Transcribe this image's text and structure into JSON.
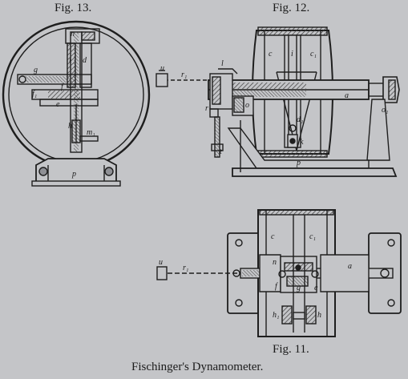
{
  "figures": {
    "fig13": "Fig. 13.",
    "fig12": "Fig. 12.",
    "fig11": "Fig. 11."
  },
  "caption": "Fischinger's Dynamometer.",
  "labels": {
    "fig13": [
      "n",
      "i",
      "d",
      "g",
      "f",
      "f₁",
      "e",
      "h",
      "m₁",
      "p"
    ],
    "fig12": [
      "c",
      "i",
      "c₁",
      "l",
      "u",
      "r₁",
      "r",
      "a",
      "o",
      "o₁",
      "d₁",
      "k",
      "p",
      "t"
    ],
    "fig11": [
      "c",
      "c₁",
      "u",
      "r₁",
      "n",
      "f",
      "g",
      "e",
      "h₁",
      "h",
      "a"
    ]
  },
  "colors": {
    "background": "#c4c5c8",
    "ink": "#1e1e1e",
    "hatch": "#3a3a3a"
  }
}
